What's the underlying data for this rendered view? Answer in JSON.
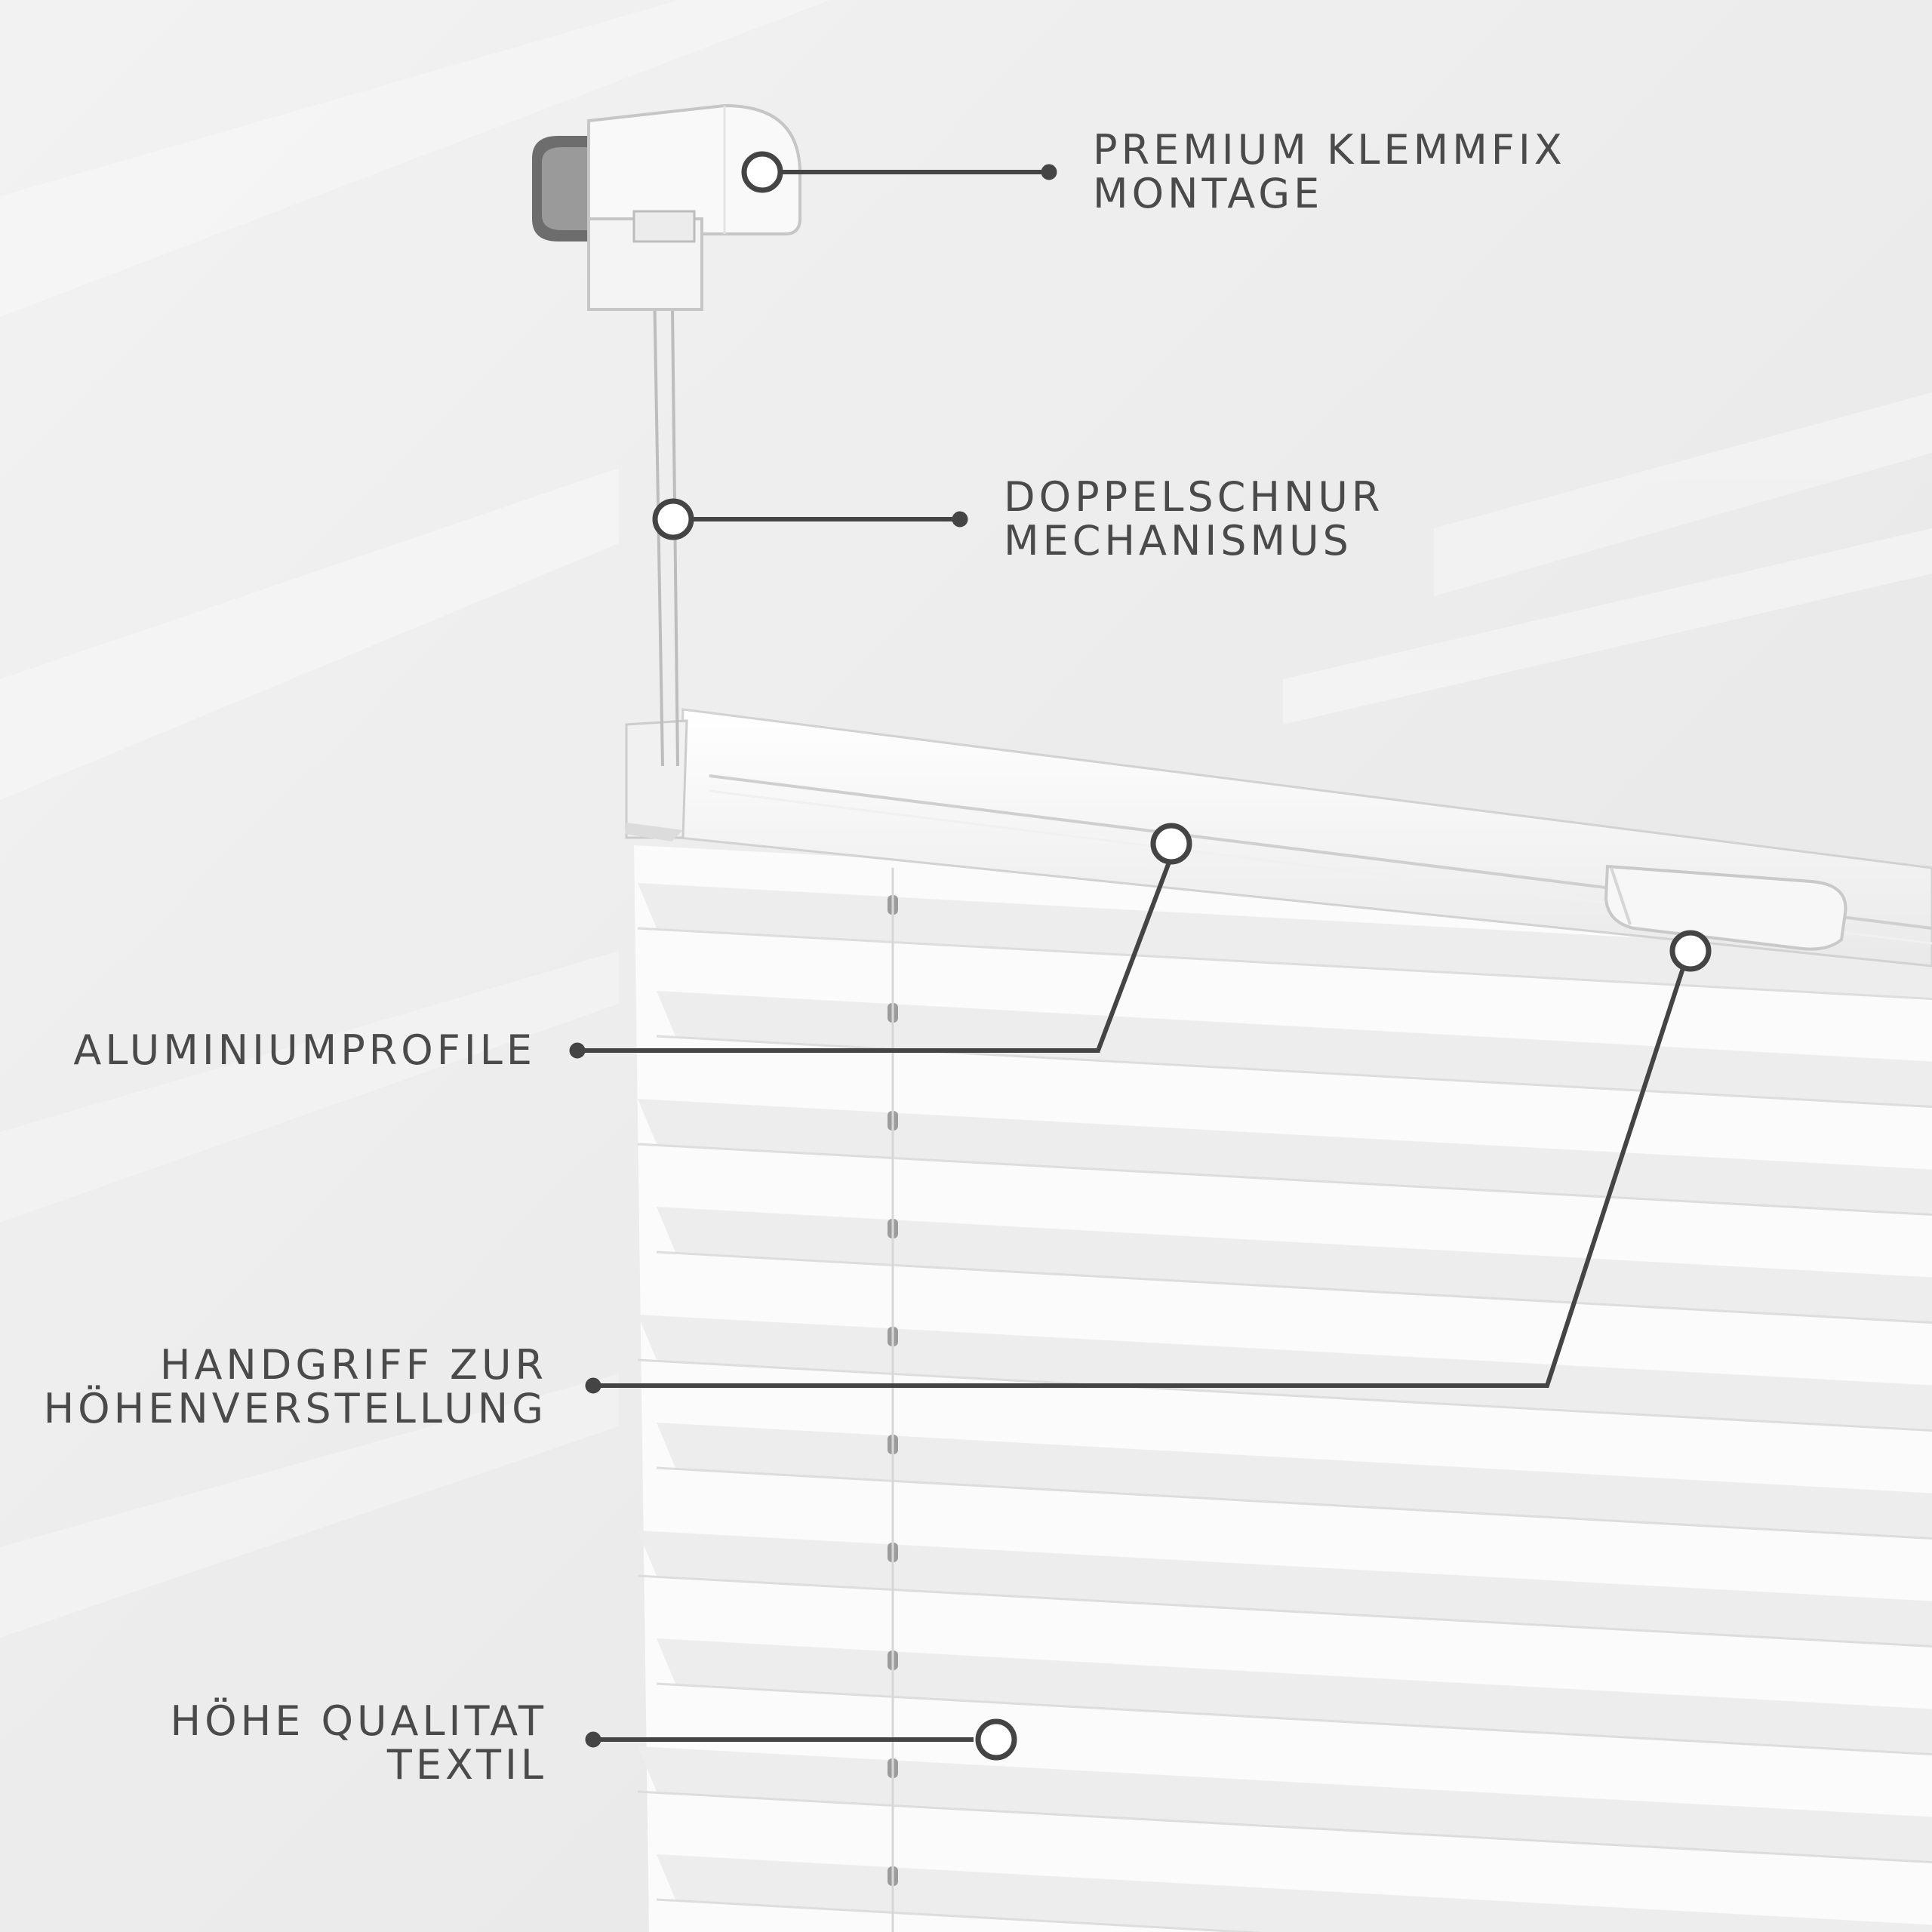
{
  "colors": {
    "wall": "#ececec",
    "blind": "#fbfbfb",
    "fold_shadow": "#e3e3e3",
    "callout_line": "#444444",
    "label_text": "#4a4a4a"
  },
  "callouts": [
    {
      "id": "klemmfix",
      "lines": [
        "PREMIUM KLEMMFIX",
        "MONTAGE"
      ]
    },
    {
      "id": "doppelschnur",
      "lines": [
        "DOPPELSCHNUR",
        "MECHANISMUS"
      ]
    },
    {
      "id": "aluminium",
      "lines": [
        "ALUMINIUMPROFILE"
      ]
    },
    {
      "id": "handgriff",
      "lines": [
        "HANDGRIFF ZUR",
        "HÖHENVERSTELLUNG"
      ]
    },
    {
      "id": "textil",
      "lines": [
        "HÖHE QUALITAT",
        "TEXTIL"
      ]
    }
  ]
}
